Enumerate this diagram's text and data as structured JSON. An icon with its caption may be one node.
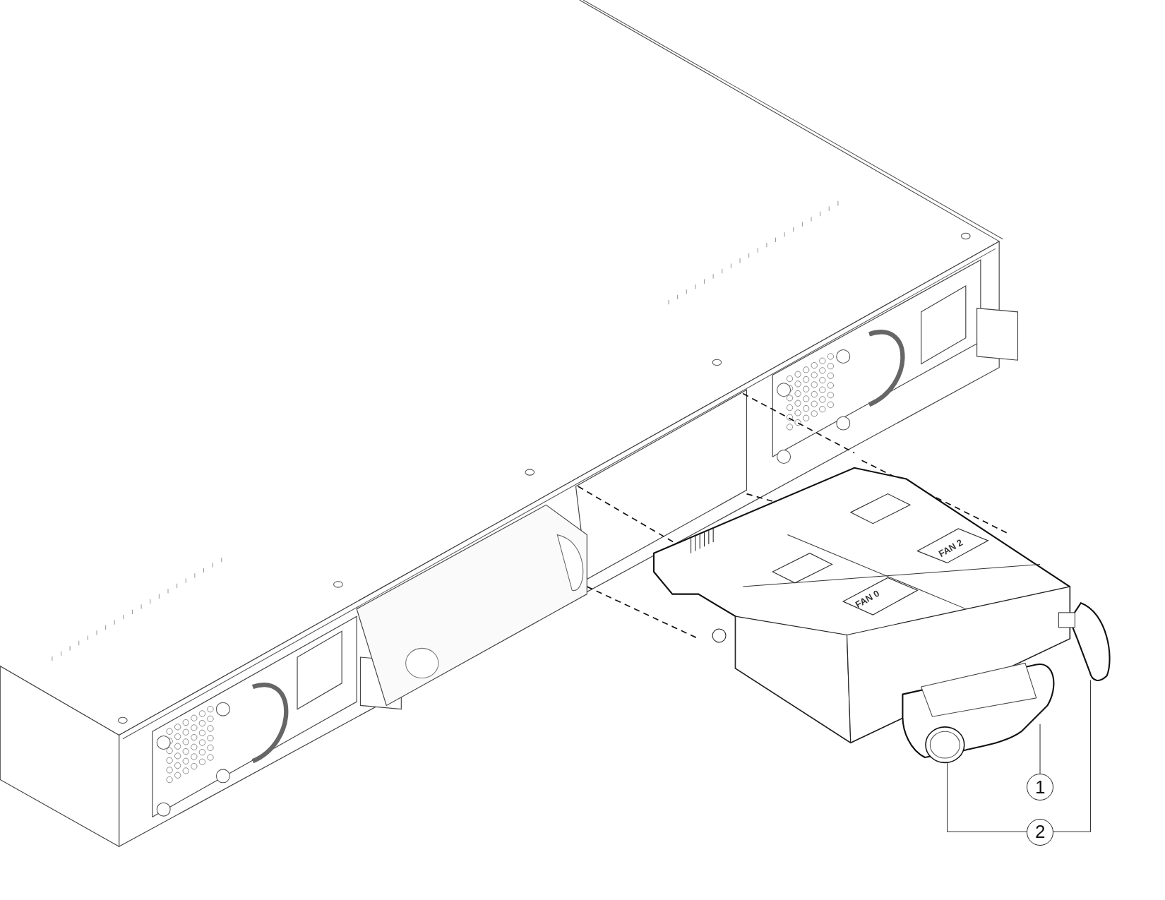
{
  "diagram": {
    "nodes": [
      {
        "text": [
          "1"
        ]
      },
      {
        "text": [],
        "shape": "picture"
      },
      {
        "text": [
          "2"
        ]
      },
      {
        "text": [],
        "shape": "picture"
      },
      {
        "text": [],
        "shape": "picture"
      }
    ],
    "edges": [
      {
        "from": 0,
        "to": 1,
        "arrow": "none"
      },
      {
        "from": 2,
        "to": 3,
        "arrow": "none"
      },
      {
        "from": 2,
        "to": 4,
        "arrow": "none"
      }
    ],
    "labels": [
      "FAN 0",
      "FAN 2"
    ]
  }
}
